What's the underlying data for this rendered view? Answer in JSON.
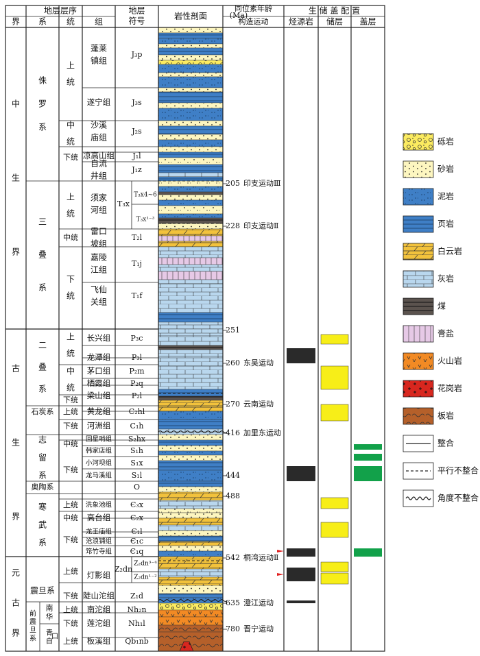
{
  "headers": {
    "sequence": "地层层序",
    "era": "界",
    "system": "系",
    "series": "统",
    "formation": "组",
    "symbol": "地层符号",
    "lithology": "岩性剖面",
    "age_line1": "同位素年龄",
    "age_line2": "(Ma)",
    "tectonic": "构造运动",
    "rss": "生 储 盖 配 置",
    "source": "烃源岩",
    "reservoir": "储层",
    "cap": "盖层"
  },
  "eras": [
    "中生界",
    "古生界",
    "元古界"
  ],
  "systems": [
    "侏罗系",
    "三叠系",
    "二叠系",
    "石炭系",
    "志留系",
    "奥陶系",
    "寒武系",
    "震旦系",
    "南华系",
    "前震旦系",
    "青白口系"
  ],
  "series_labels": [
    "上统",
    "中统",
    "下统",
    "上统",
    "中统",
    "下统",
    "上统",
    "中统",
    "下统",
    "上统",
    "下统",
    "中统",
    "下统",
    "上统",
    "中统",
    "下统",
    "上统",
    "下统",
    "上统",
    "下统",
    "上统"
  ],
  "formations": [
    "蓬莱镇组",
    "遂宁组",
    "沙溪庙组",
    "凉高山组",
    "自流井组",
    "须家河组",
    "雷口坡组",
    "嘉陵江组",
    "飞仙关组",
    "长兴组",
    "龙潭组",
    "茅口组",
    "栖霞组",
    "梁山组",
    "黄龙组",
    "河洲组",
    "回星哨组",
    "韩家店组",
    "小河坝组",
    "龙马溪组",
    "洗象池组",
    "高台组",
    "龙王庙组",
    "沧浪铺组",
    "筇竹寺组",
    "灯影组",
    "陡山沱组",
    "南沱组",
    "莲沱组",
    "板溪组"
  ],
  "symbols": [
    "J₃p",
    "J₃s",
    "J₂s",
    "J₁l",
    "J₁z",
    "T₃x",
    "T₃x4~6",
    "T₃x¹⁻³",
    "T₂l",
    "T₁j",
    "T₁f",
    "P₃c",
    "P₃l",
    "P₂m",
    "P₂q",
    "P₂l",
    "C₂hl",
    "C₁h",
    "S₂hx",
    "S₁h",
    "S₁x",
    "S₁l",
    "O",
    "Є₃x",
    "Є₂x",
    "Є₁l",
    "Є₁c",
    "Є₁q",
    "Z₂dn",
    "Z₂dn³⁻⁴",
    "Z₂dn¹⁻²",
    "Z₁d",
    "Nh₂n",
    "Nh₁l",
    "Qb₁nb"
  ],
  "ages": [
    "205",
    "228",
    "251",
    "260",
    "270",
    "416",
    "444",
    "488",
    "542",
    "635",
    "780"
  ],
  "events": [
    "印支运动Ⅲ",
    "印支运动Ⅱ",
    "东吴运动",
    "云南运动",
    "加里东运动",
    "桐湾运动Ⅱ",
    "澄江运动",
    "晋宁运动"
  ],
  "legend": [
    {
      "label": "砾岩",
      "icon": "conglomerate-swatch"
    },
    {
      "label": "砂岩",
      "icon": "sandstone-swatch"
    },
    {
      "label": "泥岩",
      "icon": "mudstone-swatch"
    },
    {
      "label": "页岩",
      "icon": "shale-swatch"
    },
    {
      "label": "白云岩",
      "icon": "dolomite-swatch"
    },
    {
      "label": "灰岩",
      "icon": "limestone-swatch"
    },
    {
      "label": "煤",
      "icon": "coal-swatch"
    },
    {
      "label": "膏盐",
      "icon": "gypsum-salt-swatch"
    },
    {
      "label": "火山岩",
      "icon": "volcanic-swatch"
    },
    {
      "label": "花岗岩",
      "icon": "granite-swatch"
    },
    {
      "label": "板岩",
      "icon": "slate-swatch"
    },
    {
      "label": "整合",
      "icon": "conformity-line"
    },
    {
      "label": "平行不整合",
      "icon": "parallel-unconformity-line"
    },
    {
      "label": "角度不整合",
      "icon": "angular-unconformity-line"
    }
  ],
  "colors": {
    "mudstone": "#3f7fc6",
    "shale": "#3f7fc6",
    "sand": "#fdf6c0",
    "dolomite": "#f2c23c",
    "limestone": "#b9d7ee",
    "coal": "#5b534e",
    "gypsum": "#e6c9e6",
    "volcanic": "#f28a24",
    "granite": "#d8271f",
    "slate": "#b5602a",
    "source": "#2a2a2a",
    "reservoir": "#f7ee18",
    "cap": "#12a14a",
    "marker": "#e02020"
  }
}
